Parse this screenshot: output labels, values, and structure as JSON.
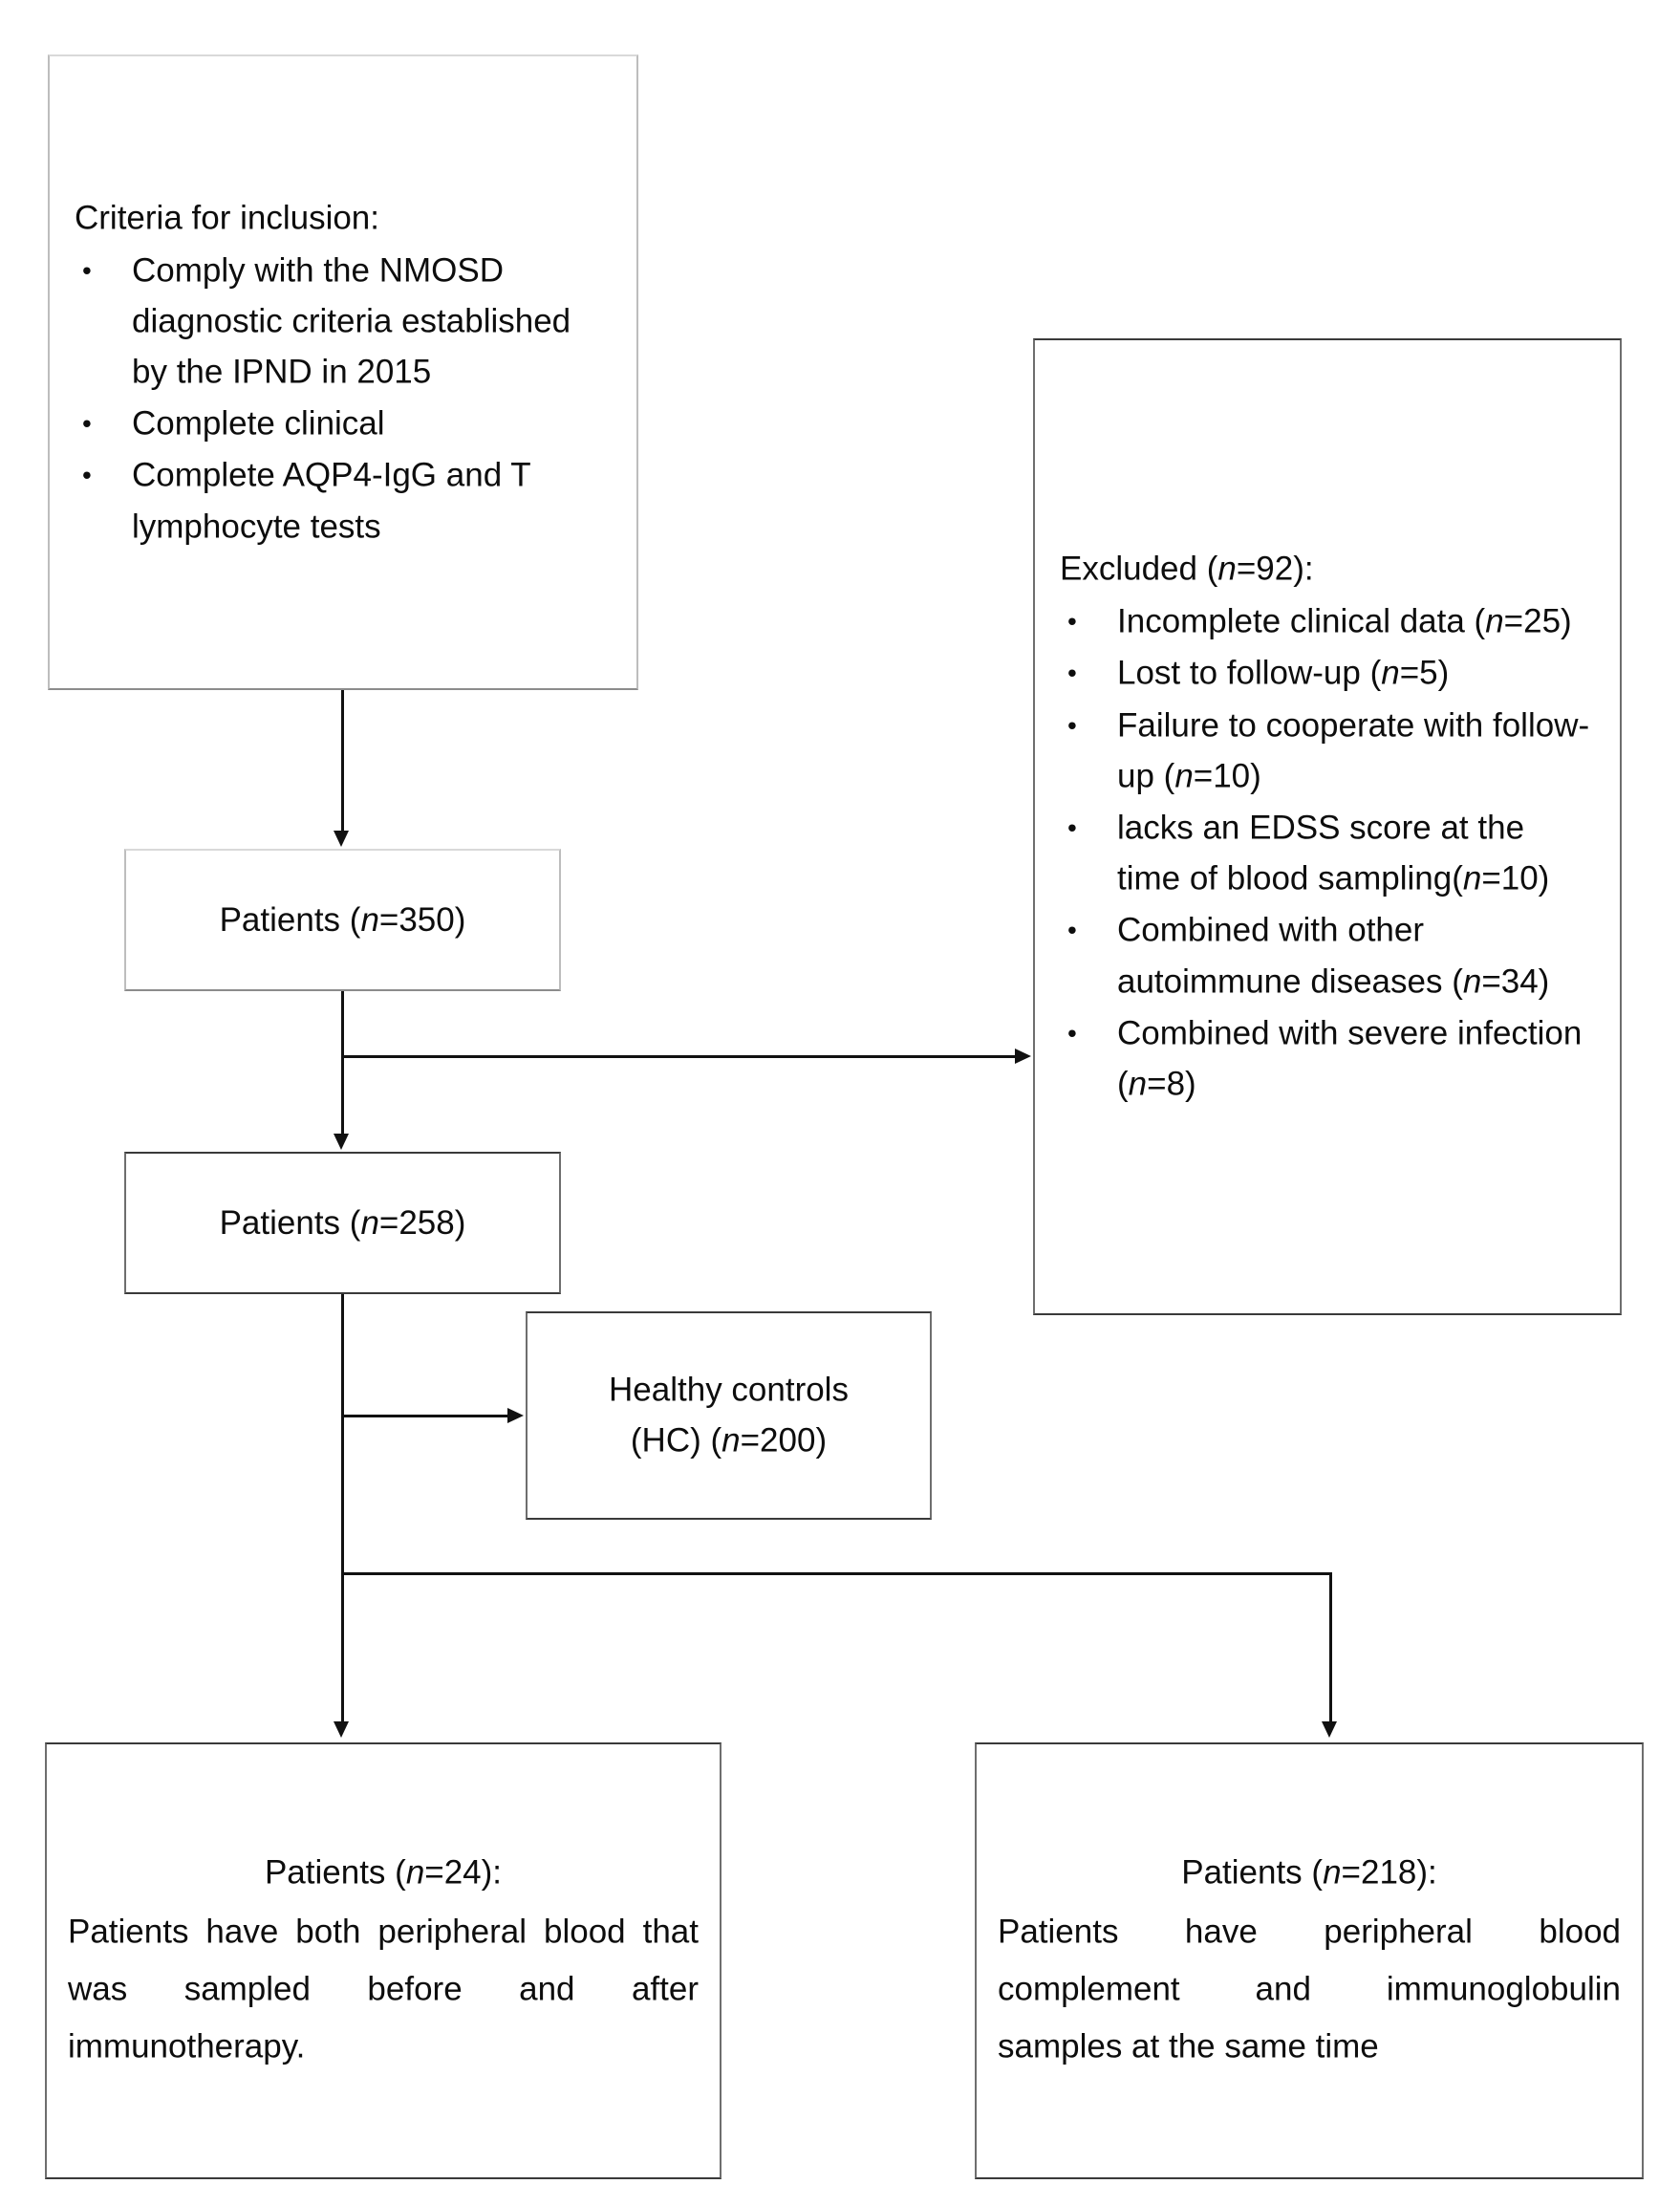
{
  "diagram": {
    "type": "study-flowchart",
    "boxes": {
      "inclusion": {
        "lead": "Criteria for inclusion:",
        "bullets": [
          "Comply with the NMOSD diagnostic criteria established by the IPND in 2015",
          "Complete clinical",
          "Complete AQP4-IgG and T lymphocyte tests"
        ]
      },
      "excluded": {
        "lead_prefix": "Excluded (",
        "lead_n": "n",
        "lead_suffix": "=92):",
        "bullets": [
          {
            "text_before": "Incomplete clinical data (",
            "n": "n",
            "text_after": "=25)"
          },
          {
            "text_before": "Lost to follow-up (",
            "n": "n",
            "text_after": "=5)"
          },
          {
            "text_before": "Failure to cooperate with follow-up (",
            "n": "n",
            "text_after": "=10)"
          },
          {
            "text_before": "lacks an EDSS score at the time of blood sampling(",
            "n": "n",
            "text_after": "=10)"
          },
          {
            "text_before": "Combined with other autoimmune diseases (",
            "n": "n",
            "text_after": "=34)"
          },
          {
            "text_before": "Combined with severe infection (",
            "n": "n",
            "text_after": "=8)"
          }
        ]
      },
      "patients_350": {
        "text_before": "Patients (",
        "n": "n",
        "text_after": "=350)"
      },
      "patients_258": {
        "text_before": "Patients (",
        "n": "n",
        "text_after": "=258)"
      },
      "healthy_controls": {
        "line1": "Healthy controls",
        "line2_before": "(HC) (",
        "n": "n",
        "line2_after": "=200)"
      },
      "patients_24": {
        "title_before": "Patients (",
        "n": "n",
        "title_after": "=24):",
        "body": "Patients have both peripheral blood that was sampled before and after immunotherapy."
      },
      "patients_218": {
        "title_before": "Patients (",
        "n": "n",
        "title_after": "=218):",
        "body": "Patients have peripheral blood complement and immunoglobulin samples at the same time"
      }
    },
    "counts": {
      "screened": 350,
      "excluded_total": 92,
      "excluded_incomplete_clinical_data": 25,
      "excluded_lost_to_followup": 5,
      "excluded_failure_to_cooperate": 10,
      "excluded_no_edss_at_sampling": 10,
      "excluded_other_autoimmune": 34,
      "excluded_severe_infection": 8,
      "included_patients": 258,
      "healthy_controls": 200,
      "paired_pre_post_immunotherapy": 24,
      "complement_and_ig_samples": 218
    },
    "colors": {
      "box_border": "#6e6e6e",
      "connector": "#111111",
      "text": "#0d0d0d",
      "background": "#ffffff"
    }
  }
}
